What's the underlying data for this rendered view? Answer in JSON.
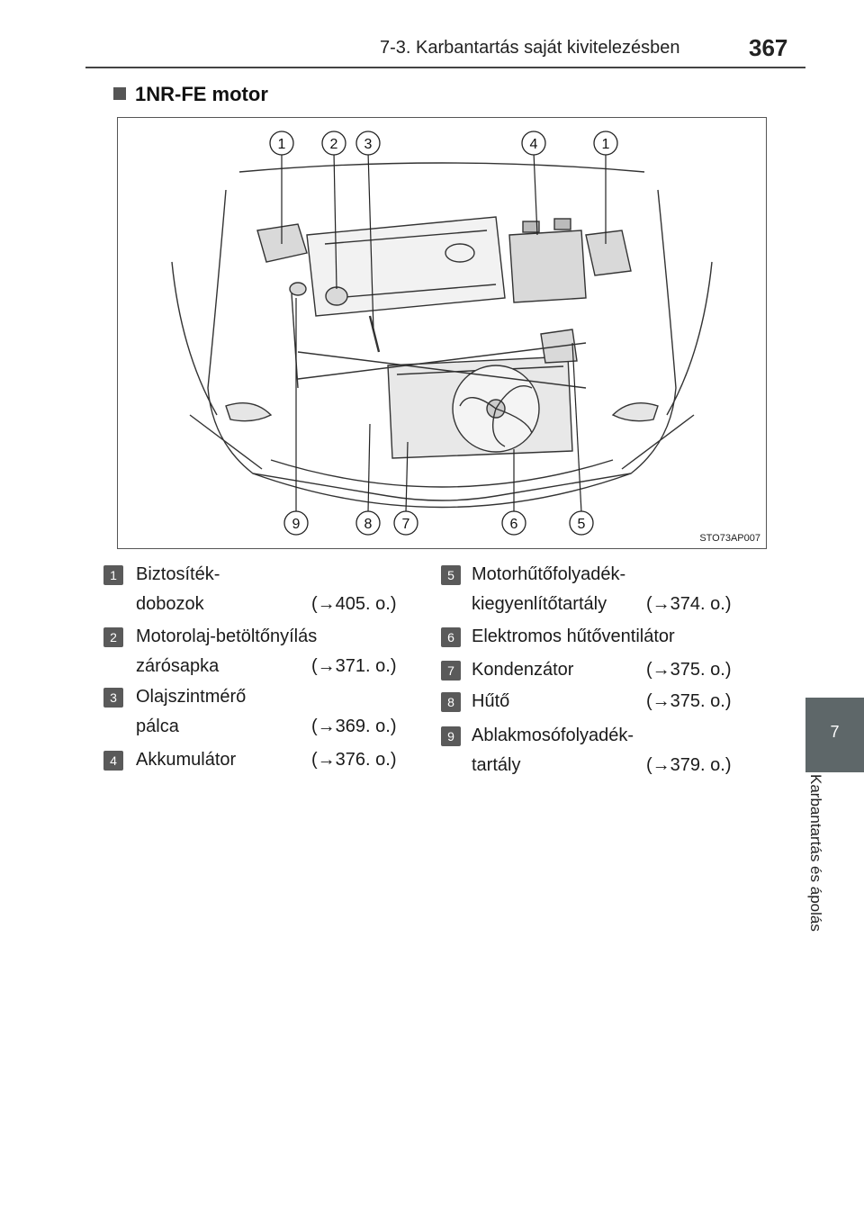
{
  "header": {
    "title": "7-3. Karbantartás saját kivitelezésben",
    "page_number": "367"
  },
  "section": {
    "title": "1NR-FE motor"
  },
  "figure": {
    "code": "STO73AP007",
    "top_callouts": [
      "1",
      "2",
      "3",
      "4",
      "1"
    ],
    "bottom_callouts": [
      "9",
      "8",
      "7",
      "6",
      "5"
    ]
  },
  "legend": {
    "left": [
      {
        "num": "1",
        "line1": "Biztosíték-",
        "line2": "dobozok",
        "ref": "(→405. o.)"
      },
      {
        "num": "2",
        "line1": "Motorolaj-betöltőnyílás",
        "line2": "zárósapka",
        "ref": "(→371. o.)"
      },
      {
        "num": "3",
        "line1": "Olajszintmérő",
        "line2": "pálca",
        "ref": "(→369. o.)"
      },
      {
        "num": "4",
        "line1": "Akkumulátor",
        "line2": "",
        "ref": "(→376. o.)"
      }
    ],
    "right": [
      {
        "num": "5",
        "line1": "Motorhűtőfolyadék-",
        "line2": "kiegyenlítőtartály",
        "ref": "(→374. o.)"
      },
      {
        "num": "6",
        "line1": "Elektromos hűtőventilátor",
        "line2": "",
        "ref": ""
      },
      {
        "num": "7",
        "line1": "Kondenzátor",
        "line2": "",
        "ref": "(→375. o.)"
      },
      {
        "num": "8",
        "line1": "Hűtő",
        "line2": "",
        "ref": "(→375. o.)"
      },
      {
        "num": "9",
        "line1": "Ablakmosófolyadék-",
        "line2": "tartály",
        "ref": "(→379. o.)"
      }
    ]
  },
  "side_tab": {
    "chapter": "7",
    "label": "Karbantartás és ápolás"
  }
}
